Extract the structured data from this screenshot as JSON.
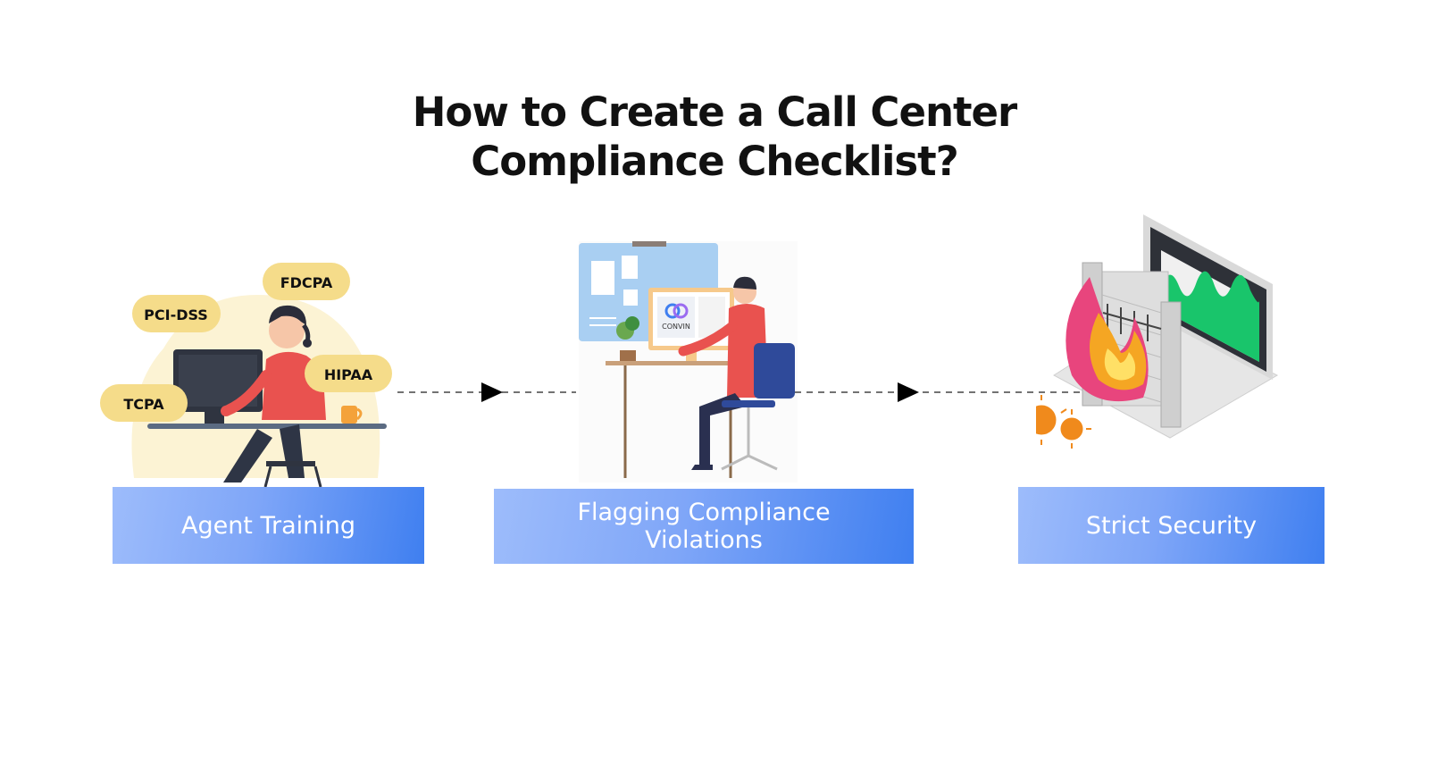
{
  "title": {
    "line1": "How to Create a Call Center",
    "line2": "Compliance Checklist?"
  },
  "steps": [
    {
      "label": "Agent Training",
      "badges": [
        "FDCPA",
        "PCI-DSS",
        "HIPAA",
        "TCPA"
      ]
    },
    {
      "label_line1": "Flagging Compliance",
      "label_line2": "Violations",
      "screen_logo_text": "CONVIN"
    },
    {
      "label": "Strict Security"
    }
  ],
  "colors": {
    "label_gradient_start": "#9dbcfb",
    "label_gradient_end": "#3f7ff0",
    "badge_fill": "#f5dc8a",
    "agent_shirt": "#e9524f",
    "flame_orange": "#f5a623",
    "flame_pink": "#e8457d",
    "chart_green": "#19c56b"
  },
  "icons": [
    "arrow-right-icon",
    "arrow-right-icon"
  ]
}
